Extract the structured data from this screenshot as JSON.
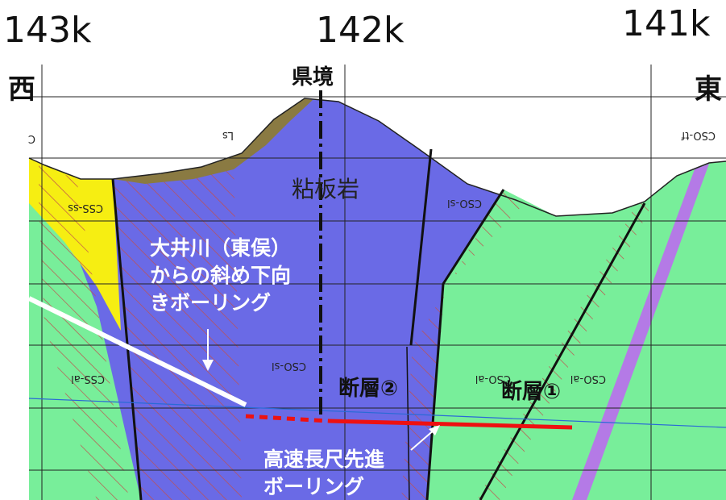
{
  "chainage": {
    "left": "143k",
    "center": "142k",
    "right": "141k"
  },
  "directions": {
    "west": "西",
    "east": "東"
  },
  "prefecture_border_label": "県境",
  "rock_label": "粘板岩",
  "unit_labels": {
    "ls": "Ls",
    "cso_tf": "CSO-tf",
    "c": "C",
    "css_ss": "CSS-ss",
    "cso_sl_upper": "CSO-sl",
    "cso_sl_center": "CSO-sl",
    "css_al": "CSS-al",
    "cso_al_1": "CSO-al",
    "cso_al_2": "CSO-al"
  },
  "faults": {
    "fault_2": "断層②",
    "fault_1": "断層①"
  },
  "borehole_labels": {
    "oigawa": [
      "大井川（東俣）",
      "からの斜め下向",
      "きボーリング"
    ],
    "high_speed": [
      "高速長尺先進",
      "ボーリング"
    ]
  },
  "colors": {
    "slate_blue": "#6a6ae6",
    "green_zone": "#78ee9a",
    "yellow_zone": "#f6ee12",
    "topsoil": "#8a7a42",
    "purple_dyke": "#b47ae6",
    "hatch_red": "#c0504d",
    "white_boring": "#ffffff",
    "red_boring": "#ee1111",
    "water_line": "#2a6ad6"
  }
}
